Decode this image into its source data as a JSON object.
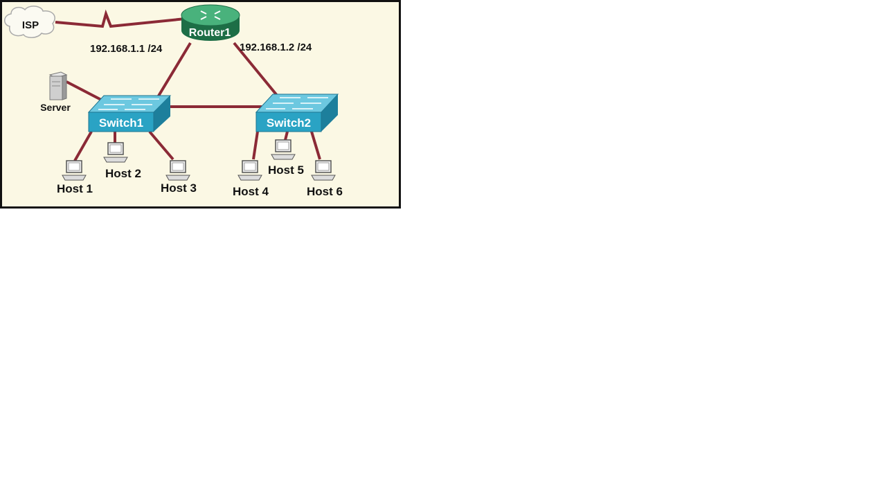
{
  "diagram": {
    "nodes": {
      "isp": "ISP",
      "router": "Router1",
      "switch1": "Switch1",
      "switch2": "Switch2",
      "server": "Server",
      "host1": "Host 1",
      "host2": "Host 2",
      "host3": "Host 3",
      "host4": "Host 4",
      "host5": "Host 5",
      "host6": "Host 6"
    },
    "links": {
      "router_switch1_ip": "192.168.1.1 /24",
      "router_switch2_ip": "192.168.1.2 /24"
    }
  },
  "colors": {
    "background": "#fbf8e4",
    "link": "#8b2a36",
    "router": "#2e8f5c",
    "switch": "#2aa3c4",
    "frame": "#111111"
  }
}
